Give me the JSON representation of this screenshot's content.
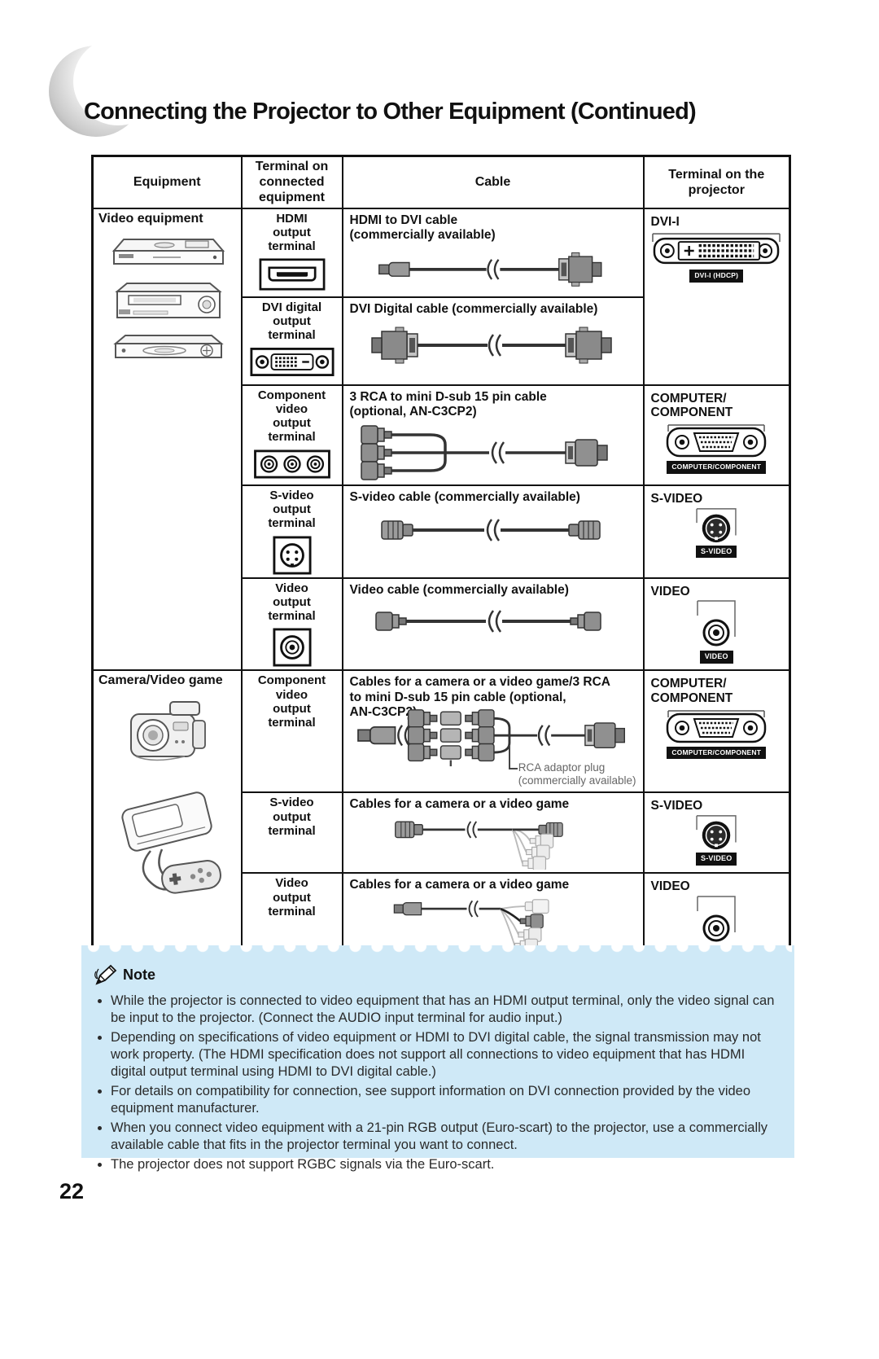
{
  "page": {
    "title": "Connecting the Projector to Other Equipment (Continued)",
    "page_number": "22"
  },
  "table": {
    "headers": {
      "equipment": "Equipment",
      "terminal_connected": "Terminal on\nconnected equipment",
      "cable": "Cable",
      "terminal_projector": "Terminal on the\nprojector"
    },
    "equipment_groups": [
      {
        "label": "Video equipment",
        "devices": [
          "dvd-player",
          "vcr",
          "set-top-box"
        ]
      },
      {
        "label": "Camera/Video game",
        "devices": [
          "camcorder",
          "game-console"
        ]
      }
    ],
    "rows": [
      {
        "terminal": "HDMI\noutput\nterminal",
        "cable": "HDMI to DVI cable\n(commercially available)"
      },
      {
        "terminal": "DVI digital\noutput\nterminal",
        "cable": "DVI Digital cable (commercially available)"
      },
      {
        "terminal": "Component\nvideo\noutput\nterminal",
        "cable": "3 RCA to mini D-sub 15 pin cable\n(optional, AN-C3CP2)"
      },
      {
        "terminal": "S-video\noutput\nterminal",
        "cable": "S-video cable (commercially available)"
      },
      {
        "terminal": "Video\noutput\nterminal",
        "cable": "Video cable (commercially available)"
      },
      {
        "terminal": "Component\nvideo\noutput\nterminal",
        "cable": "Cables for a camera or a video game/3 RCA\nto mini D-sub 15 pin cable (optional,\nAN-C3CP2)",
        "annotation": "RCA adaptor plug\n(commercially available)"
      },
      {
        "terminal": "S-video\noutput\nterminal",
        "cable": "Cables for a camera or a video game"
      },
      {
        "terminal": "Video\noutput\nterminal",
        "cable": "Cables for a camera or a video game"
      }
    ],
    "projector_terminals": {
      "dvi": {
        "label": "DVI-I",
        "plate": "DVI-I (HDCP)"
      },
      "computer": {
        "label": "COMPUTER/\nCOMPONENT",
        "plate": "COMPUTER/COMPONENT"
      },
      "svideo": {
        "label": "S-VIDEO",
        "plate": "S-VIDEO"
      },
      "video": {
        "label": "VIDEO",
        "plate": "VIDEO"
      }
    }
  },
  "note": {
    "title": "Note",
    "icon": "pencil-icon",
    "bullets": [
      "While the projector is connected to video equipment that has an HDMI output terminal, only the video signal can be input to the projector. (Connect the AUDIO input terminal for audio input.)",
      "Depending on specifications of video equipment or HDMI to DVI digital cable, the signal transmission may not work property. (The HDMI specification does not support all connections to video equipment that has HDMI digital output terminal using HDMI to DVI digital cable.)",
      "For details on compatibility for connection, see support information on DVI connection provided by the video equipment manufacturer.",
      "When you connect video equipment with a 21-pin RGB output (Euro-scart) to the projector, use a commercially available cable that fits in the projector terminal you want to connect.",
      "The projector does not support RGBC signals via the Euro-scart."
    ]
  },
  "colors": {
    "note_bg": "#cfe9f7",
    "plate_bg": "#111111",
    "page_bg": "#ffffff"
  },
  "icons": {
    "note": "pencil-icon",
    "hdmi_terminal": "hdmi-port-icon",
    "dvi_terminal": "dvi-port-icon",
    "component_terminal": "rca-triple-port-icon",
    "svideo_terminal": "svideo-port-icon",
    "video_terminal": "rca-port-icon"
  }
}
